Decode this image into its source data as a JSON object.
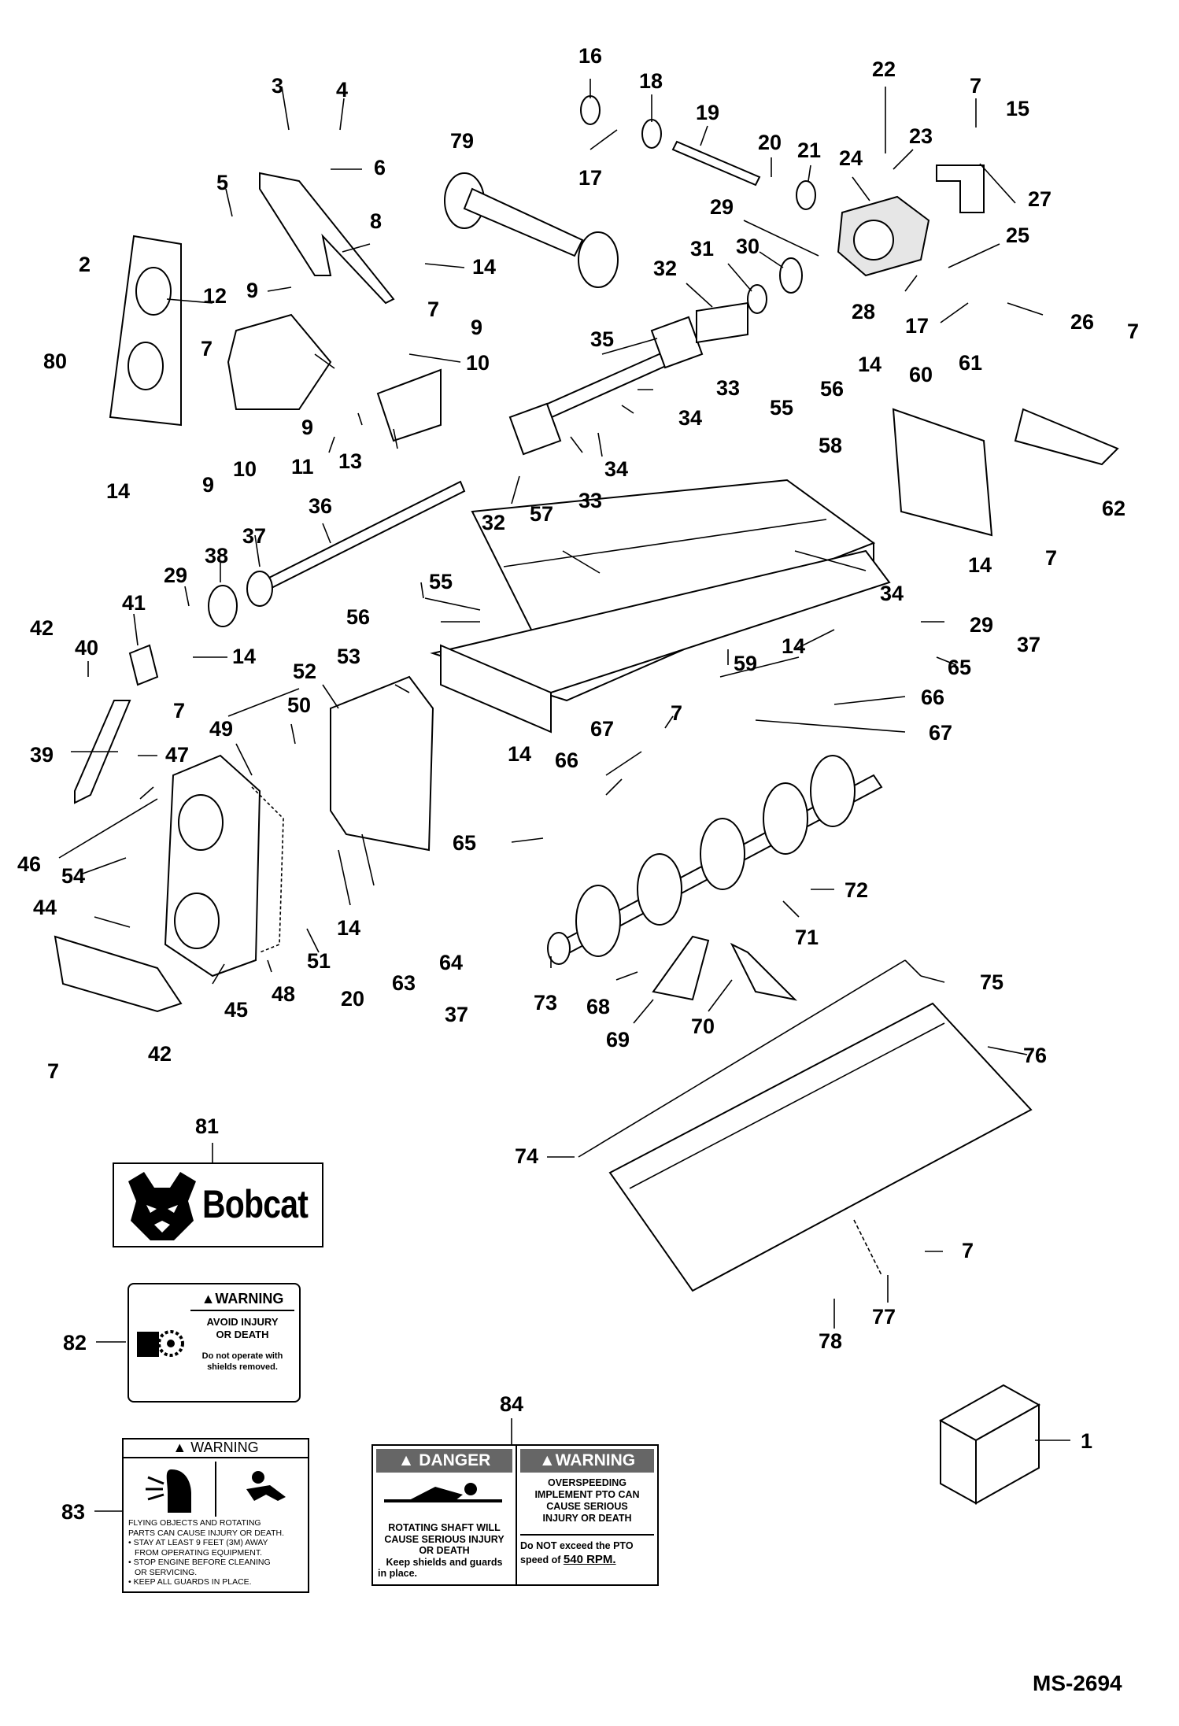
{
  "drawing_id": "MS-2694",
  "callouts": [
    "1",
    "2",
    "3",
    "4",
    "5",
    "6",
    "7",
    "8",
    "9",
    "10",
    "11",
    "12",
    "13",
    "14",
    "15",
    "16",
    "17",
    "18",
    "19",
    "20",
    "21",
    "22",
    "23",
    "24",
    "25",
    "26",
    "27",
    "28",
    "29",
    "30",
    "31",
    "32",
    "33",
    "34",
    "35",
    "36",
    "37",
    "38",
    "39",
    "40",
    "41",
    "42",
    "44",
    "45",
    "46",
    "47",
    "48",
    "49",
    "50",
    "51",
    "52",
    "53",
    "54",
    "55",
    "56",
    "57",
    "58",
    "59",
    "60",
    "61",
    "62",
    "63",
    "64",
    "65",
    "66",
    "67",
    "68",
    "69",
    "70",
    "71",
    "72",
    "73",
    "74",
    "75",
    "76",
    "77",
    "78",
    "79",
    "80",
    "81",
    "82",
    "83",
    "84"
  ],
  "decal_81": {
    "brand": "Bobcat"
  },
  "decal_82": {
    "header": "WARNING",
    "line1": "AVOID INJURY",
    "line2": "OR DEATH",
    "line3": "Do not operate with",
    "line4": "shields removed."
  },
  "decal_83": {
    "header": "WARNING",
    "line1": "FLYING OBJECTS AND ROTATING",
    "line2": "PARTS CAN CAUSE INJURY OR DEATH.",
    "bullet1a": "• STAY AT LEAST 9 FEET (3M) AWAY",
    "bullet1b": "FROM OPERATING EQUIPMENT.",
    "bullet2a": "• STOP ENGINE BEFORE CLEANING",
    "bullet2b": "OR SERVICING.",
    "bullet3": "• KEEP ALL GUARDS IN PLACE."
  },
  "decal_84": {
    "danger_header": "DANGER",
    "danger_line1": "ROTATING SHAFT WILL",
    "danger_line2": "CAUSE SERIOUS INJURY",
    "danger_line3": "OR DEATH",
    "danger_line4": "Keep shields and guards",
    "danger_line5": "in place.",
    "warning_header": "WARNING",
    "warning_line1": "OVERSPEEDING",
    "warning_line2": "IMPLEMENT PTO CAN",
    "warning_line3": "CAUSE SERIOUS",
    "warning_line4": "INJURY OR DEATH",
    "warning_line5": "Do NOT exceed the PTO",
    "warning_line6a": "speed of",
    "warning_line6b": "540 RPM."
  },
  "colors": {
    "ink": "#000000",
    "decal_gray": "#666666",
    "paper": "#ffffff"
  }
}
